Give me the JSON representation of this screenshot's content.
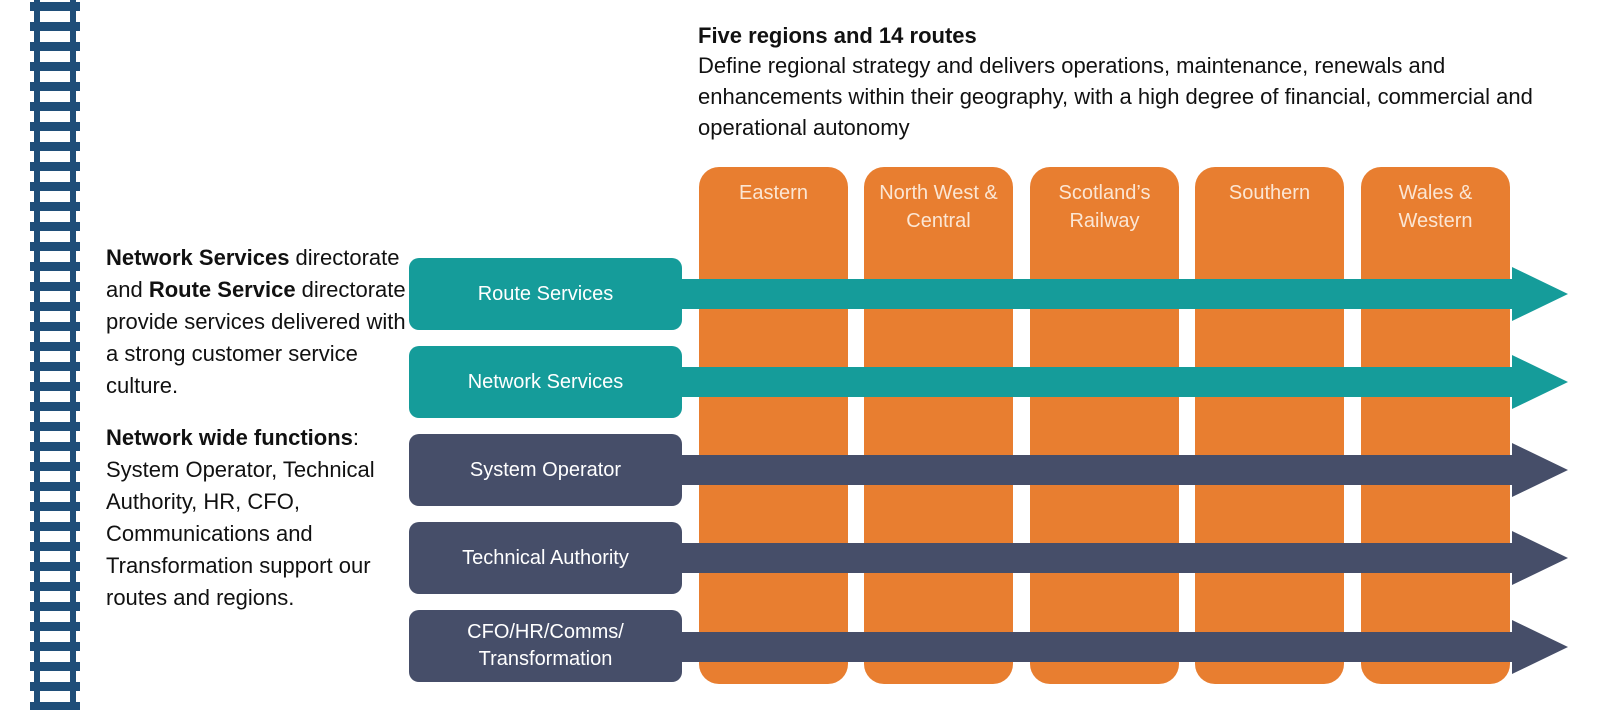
{
  "header": {
    "title": "Five regions and 14 routes",
    "description": "Define regional strategy and delivers operations, maintenance, renewals and enhancements within their geography, with a high degree of financial, commercial and operational autonomy"
  },
  "left_panel": {
    "p1": {
      "b1": "Network Services",
      "t1": " directorate and ",
      "b2": "Route Service",
      "t2": " directorate provide services delivered with a strong customer service culture."
    },
    "p2": {
      "b1": "Network wide functions",
      "t1": ": System Operator, Technical Authority, HR, CFO, Communications and Transformation support our routes and regions."
    }
  },
  "regions": [
    {
      "label": "Eastern"
    },
    {
      "label": "North West & Central"
    },
    {
      "label": "Scotland’s Railway"
    },
    {
      "label": "Southern"
    },
    {
      "label": "Wales & Western"
    }
  ],
  "functions": [
    {
      "label": "Route Services",
      "color": "#159c9a"
    },
    {
      "label": "Network Services",
      "color": "#159c9a"
    },
    {
      "label": "System Operator",
      "color": "#464e69"
    },
    {
      "label": "Technical Authority",
      "color": "#464e69"
    },
    {
      "label": "CFO/HR/Comms/ Transformation",
      "color": "#464e69"
    }
  ],
  "colors": {
    "region": "#e87e30",
    "service": "#159c9a",
    "function": "#464e69",
    "rail": "#1f4e79"
  }
}
